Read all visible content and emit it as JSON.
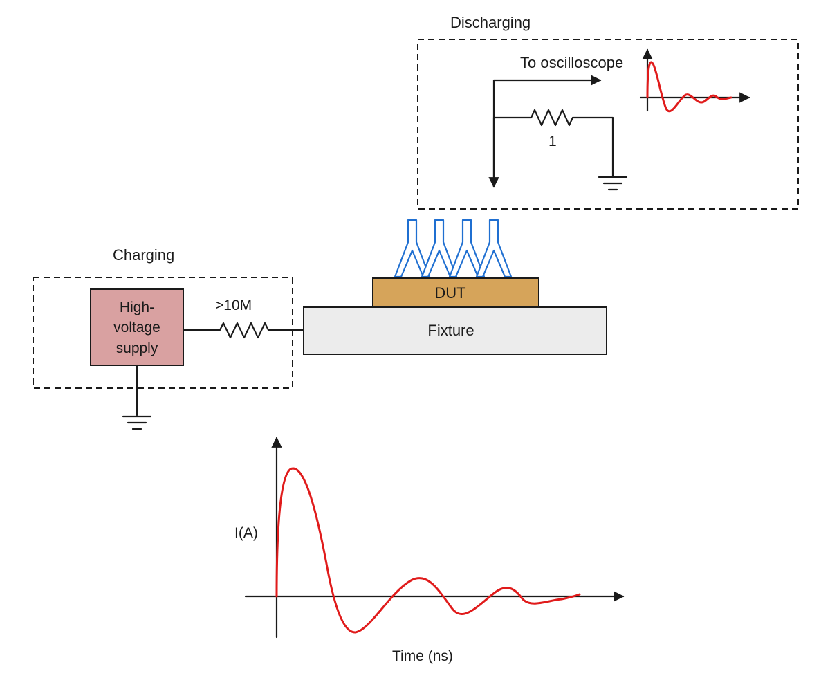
{
  "labels": {
    "discharging": "Discharging",
    "to_oscilloscope": "To oscilloscope",
    "resistor_discharge_value": "1",
    "charging": "Charging",
    "supply_line1": "High-",
    "supply_line2": "voltage",
    "supply_line3": "supply",
    "resistor_charge_value": ">10M",
    "dut": "DUT",
    "fixture": "Fixture",
    "ylabel": "I(A)",
    "xlabel": "Time (ns)"
  },
  "colors": {
    "line": "#1a1a1a",
    "waveform": "#e01b1b",
    "probe": "#1f6fd1",
    "supply_fill": "#d9a1a1",
    "dut_fill": "#d6a45a",
    "fixture_fill": "#ececec"
  },
  "icons": [
    "ground-icon",
    "resistor-icon",
    "probe-icon",
    "waveform-icon"
  ]
}
